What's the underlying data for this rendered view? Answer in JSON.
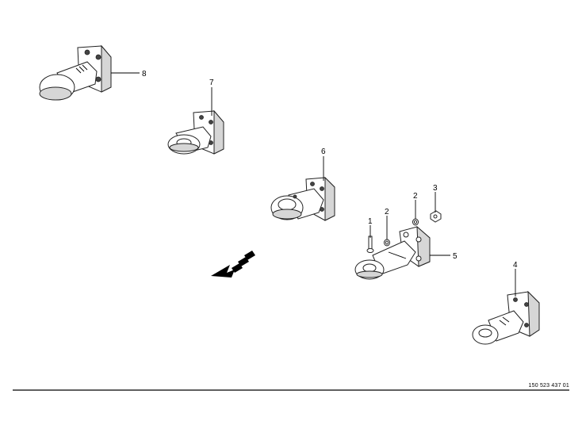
{
  "diagram": {
    "callouts": {
      "c1": "1",
      "c2a": "2",
      "c2b": "2",
      "c3": "3",
      "c4": "4",
      "c5": "5",
      "c6": "6",
      "c7": "7",
      "c8": "8"
    },
    "document_number": "150 523 437 01"
  }
}
